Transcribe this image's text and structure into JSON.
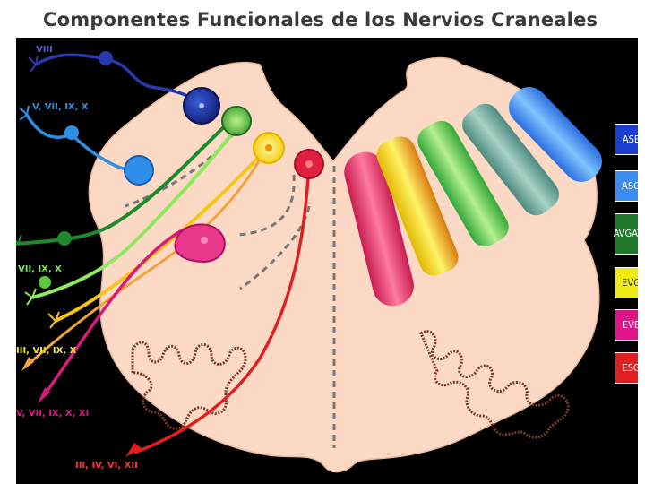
{
  "title": "Componentes Funcionales de los Nervios Craneales",
  "nerve_labels": {
    "viii": "VIII",
    "v_vii_ix_x": "V, VII, IX, X",
    "vii_ix_x": "VII, IX, X",
    "iii_vii_ix_x": "III, VII, IX, X",
    "v_vii_ix_x_xi": "V, VII, IX, X, XI",
    "iii_iv_vi_xii": "III, IV, VI, XII"
  },
  "legend": [
    {
      "label": "ASE",
      "label2": "",
      "bg": "#1a3fd1",
      "fg": "#ffffff"
    },
    {
      "label": "ASG",
      "label2": "",
      "bg": "#3b8cf0",
      "fg": "#ffffff"
    },
    {
      "label": "AVG",
      "label2": "AVE",
      "bg": "#1e7a2a",
      "fg": "#ffffff"
    },
    {
      "label": "EVG",
      "label2": "",
      "bg": "#f2ea13",
      "fg": "#333333"
    },
    {
      "label": "EVE",
      "label2": "",
      "bg": "#e0148a",
      "fg": "#ffffff"
    },
    {
      "label": "ESG",
      "label2": "",
      "bg": "#e02020",
      "fg": "#ffffff"
    }
  ],
  "colors": {
    "background": "#000000",
    "tissue": "#fcd9c4",
    "ase": "#2a3fb0",
    "asg": "#2f8fe8",
    "avg": "#1f8a2a",
    "ave": "#7ee35a",
    "evg": "#f5c518",
    "eve": "#d81b7a",
    "esg": "#e02020"
  }
}
